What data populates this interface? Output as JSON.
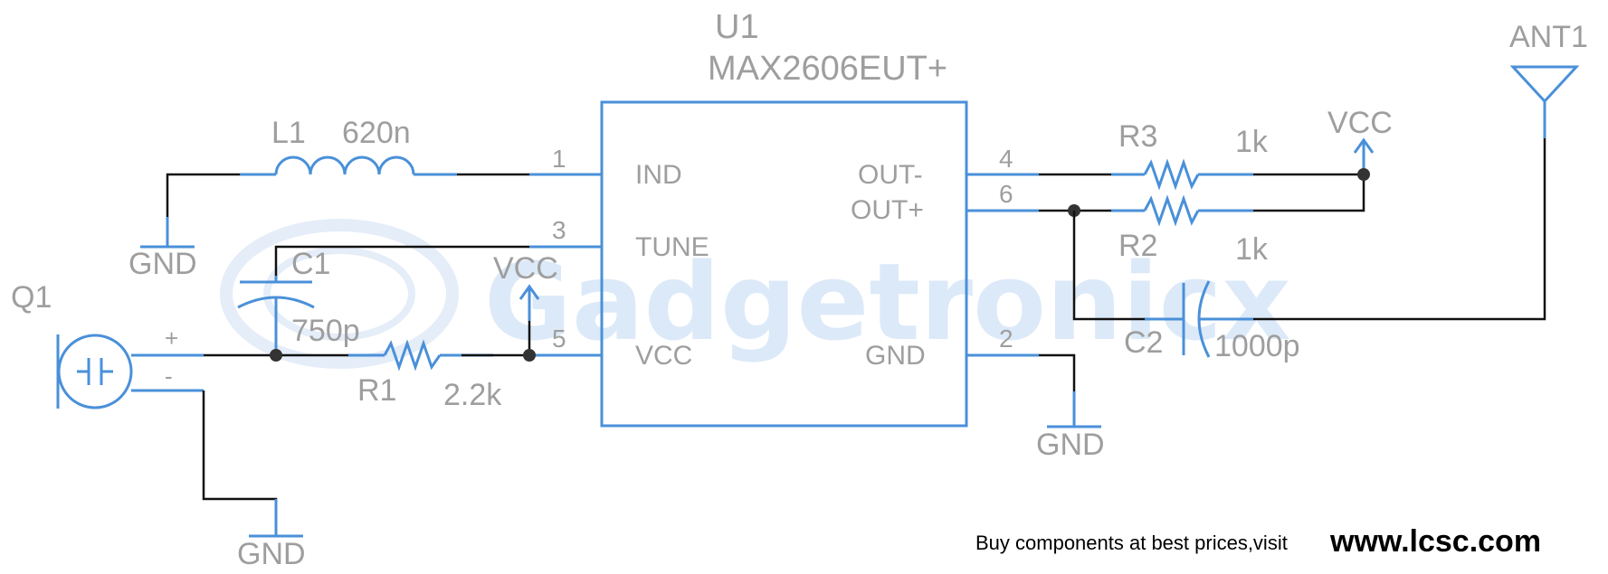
{
  "watermark": "Gadgetronicx",
  "footer": {
    "text": "Buy components at best prices,visit",
    "url": "www.lcsc.com"
  },
  "u1": {
    "ref": "U1",
    "value": "MAX2606EUT+",
    "pins": {
      "ind": {
        "num": "1",
        "name": "IND"
      },
      "tune": {
        "num": "3",
        "name": "TUNE"
      },
      "vcc": {
        "num": "5",
        "name": "VCC"
      },
      "outm": {
        "num": "4",
        "name": "OUT-"
      },
      "outp": {
        "num": "6",
        "name": "OUT+"
      },
      "gnd": {
        "num": "2",
        "name": "GND"
      }
    }
  },
  "l1": {
    "ref": "L1",
    "value": "620n"
  },
  "c1": {
    "ref": "C1",
    "value": "750p"
  },
  "r1": {
    "ref": "R1",
    "value": "2.2k"
  },
  "r2": {
    "ref": "R2",
    "value": "1k"
  },
  "r3": {
    "ref": "R3",
    "value": "1k"
  },
  "c2": {
    "ref": "C2",
    "value": "1000p"
  },
  "q1": {
    "ref": "Q1",
    "plus": "+",
    "minus": "-"
  },
  "ant1": {
    "ref": "ANT1"
  },
  "labels": {
    "gnd_l1": "GND",
    "gnd_q1": "GND",
    "gnd_u1": "GND",
    "vcc_left": "VCC",
    "vcc_right": "VCC"
  },
  "colors": {
    "symbol": "#4a90d9",
    "wire": "#111111",
    "label": "#9e9e9e",
    "watermark": "#d6e6f7"
  }
}
